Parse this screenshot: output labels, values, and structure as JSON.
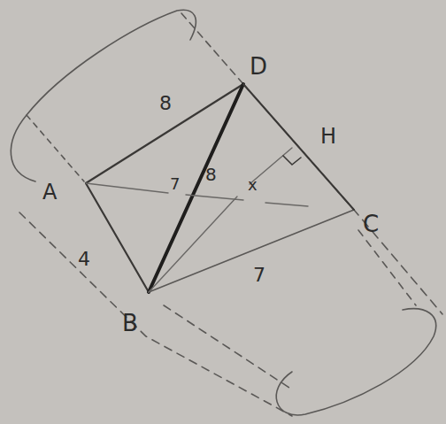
{
  "diagram": {
    "labels": [
      "D",
      "8",
      "H",
      "A",
      "7",
      "8",
      "x",
      "C",
      "4",
      "7",
      "B"
    ]
  }
}
